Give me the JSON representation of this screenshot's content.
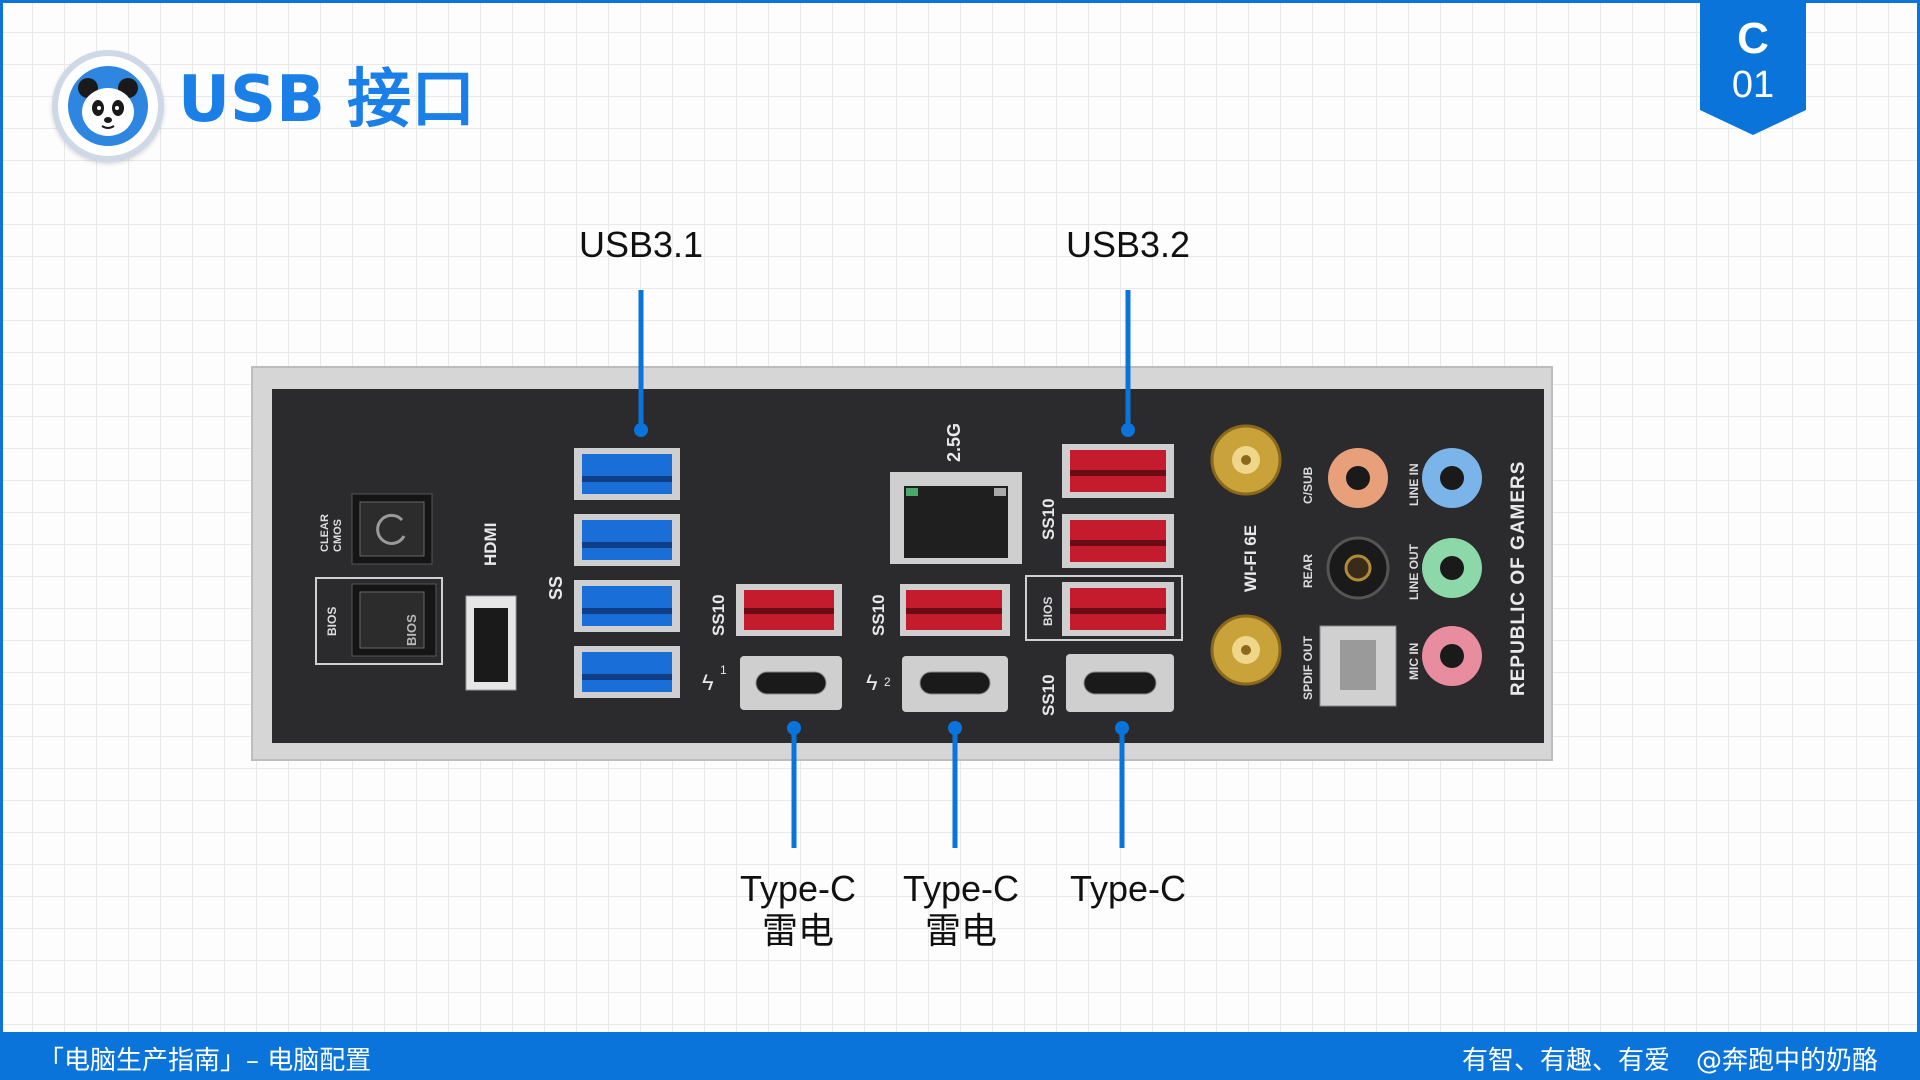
{
  "header": {
    "title": "USB 接口",
    "section_letter": "C",
    "section_number": "01"
  },
  "panel": {
    "labels": {
      "clear_cmos": [
        "CLEAR",
        "CMOS"
      ],
      "bios": "BIOS",
      "hdmi": "HDMI",
      "lan": "2.5G",
      "wifi": "WI-FI 6E",
      "c_sub": "C/SUB",
      "rear": "REAR",
      "spdif": "SPDIF OUT",
      "line_in": "LINE IN",
      "line_out": "LINE OUT",
      "mic_in": "MIC IN",
      "rog": "REPUBLIC OF GAMERS",
      "tb1": "1",
      "tb2": "2"
    }
  },
  "callouts": {
    "usb31": "USB3.1",
    "usb32": "USB3.2",
    "typec1": {
      "line1": "Type-C",
      "line2": "雷电"
    },
    "typec2": {
      "line1": "Type-C",
      "line2": "雷电"
    },
    "typec3": {
      "line1": "Type-C"
    }
  },
  "footer": {
    "left": "「电脑生产指南」– 电脑配置",
    "right": "有智、有趣、有爱　@奔跑中的奶酪"
  },
  "colors": {
    "accent": "#0a74da",
    "usb3_blue": "#1a6ed8",
    "usb_red": "#c41c2c"
  }
}
